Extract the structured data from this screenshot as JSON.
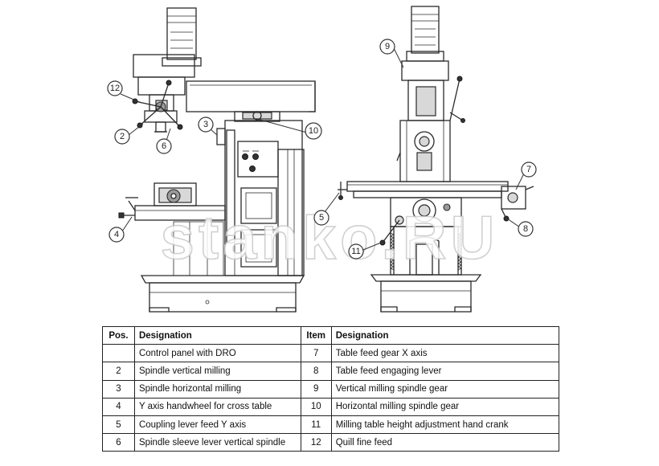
{
  "watermark": "stanko.RU",
  "callouts": [
    "12",
    "2",
    "6",
    "3",
    "10",
    "4",
    "9",
    "7",
    "5",
    "8",
    "11"
  ],
  "legend": {
    "headers": {
      "pos": "Pos.",
      "designation_left": "Designation",
      "item": "Item",
      "designation_right": "Designation"
    },
    "rows": [
      {
        "pos": "",
        "left": "Control panel with DRO",
        "item": "7",
        "right": "Table feed gear X axis"
      },
      {
        "pos": "2",
        "left": "Spindle vertical milling",
        "item": "8",
        "right": "Table feed engaging lever"
      },
      {
        "pos": "3",
        "left": "Spindle horizontal milling",
        "item": "9",
        "right": "Vertical milling spindle gear"
      },
      {
        "pos": "4",
        "left": "Y axis handwheel for cross table",
        "item": "10",
        "right": "Horizontal milling spindle gear"
      },
      {
        "pos": "5",
        "left": "Coupling lever feed Y axis",
        "item": "11",
        "right": "Milling table height adjustment hand crank"
      },
      {
        "pos": "6",
        "left": "Spindle sleeve lever vertical spindle",
        "item": "12",
        "right": "Quill fine feed"
      }
    ]
  }
}
